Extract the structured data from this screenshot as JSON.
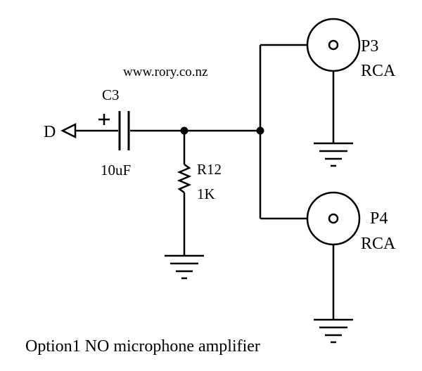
{
  "diagram": {
    "website": "www.rory.co.nz",
    "caption": "Option1 NO microphone amplifier",
    "input_label": "D",
    "capacitor": {
      "ref": "C3",
      "value": "10uF",
      "polarity": "+"
    },
    "resistor": {
      "ref": "R12",
      "value": "1K"
    },
    "connectors": [
      {
        "ref": "P3",
        "type": "RCA"
      },
      {
        "ref": "P4",
        "type": "RCA"
      }
    ]
  }
}
